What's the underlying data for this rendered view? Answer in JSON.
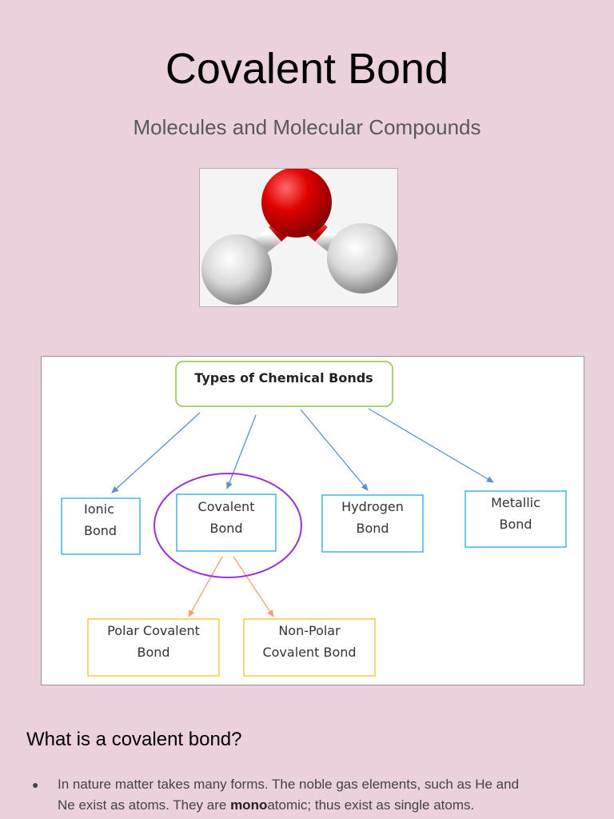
{
  "page": {
    "title": "Covalent Bond",
    "subtitle": "Molecules and Molecular Compounds"
  },
  "diagram": {
    "root": "Types of Chemical Bonds",
    "ionic": [
      "Ionic",
      "Bond"
    ],
    "covalent": [
      "Covalent",
      "Bond"
    ],
    "hydrogen": [
      "Hydrogen",
      "Bond"
    ],
    "metallic": [
      "Metallic",
      "Bond"
    ],
    "polar": [
      "Polar Covalent",
      "Bond"
    ],
    "nonpolar": [
      "Non-Polar",
      "Covalent Bond"
    ]
  },
  "section": {
    "heading": "What is a covalent bond?",
    "bullet_line1": "In nature matter takes many forms. The noble gas elements, such as He and",
    "bullet_line2_pre": "Ne exist as atoms. They are ",
    "bullet_line2_bold": "mono",
    "bullet_line2_post": "atomic; thus exist as single atoms."
  },
  "colors": {
    "background": "#ead1dc",
    "root_border": "#8cc63f",
    "level1_border": "#40b4e6",
    "level2_border": "#f5c842",
    "highlight_circle": "#9b30d9",
    "blue_arrow": "#5b8fd0",
    "orange_arrow": "#f0a070"
  }
}
